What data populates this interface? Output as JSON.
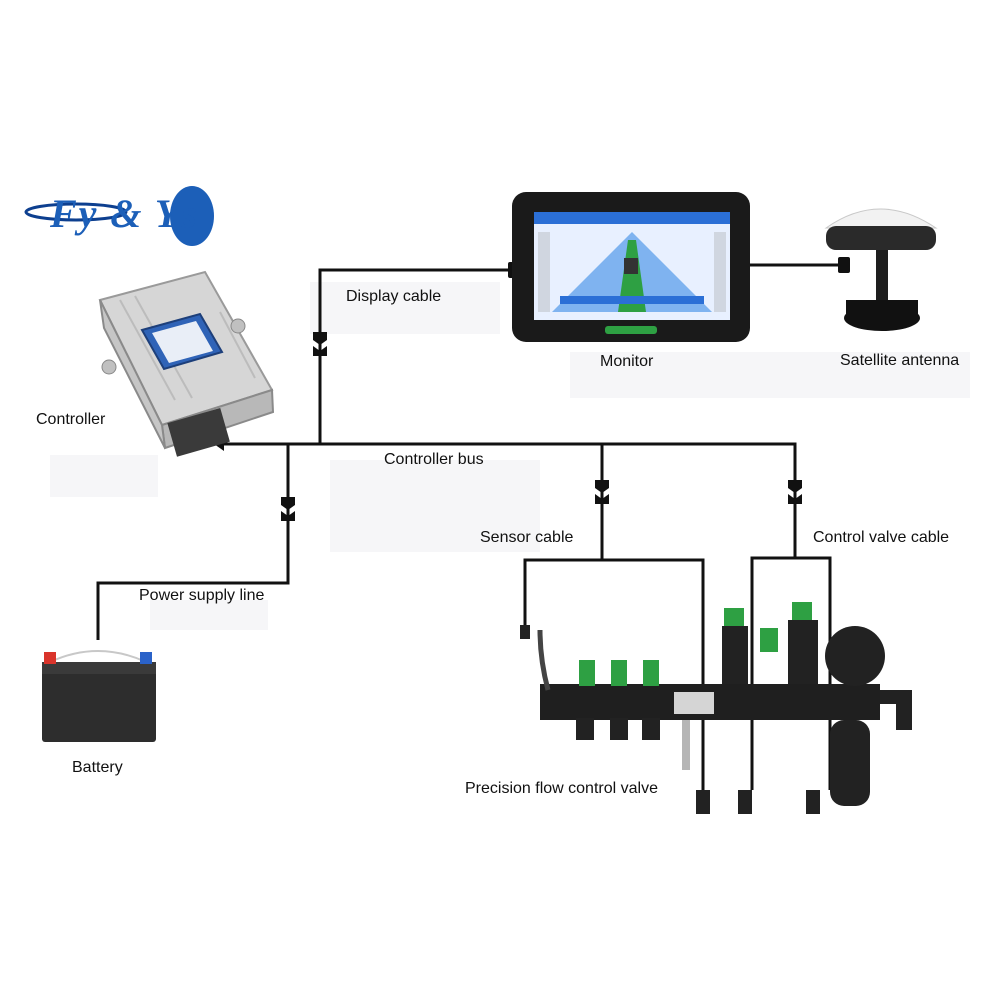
{
  "logo": {
    "text": "Fy & Ys",
    "colors": {
      "primary": "#1c5fb8",
      "amp": "#9a9a9a",
      "swoosh": "#0d3f8f"
    }
  },
  "labels": {
    "display_cable": "Display cable",
    "monitor": "Monitor",
    "satellite_antenna": "Satellite antenna",
    "controller": "Controller",
    "controller_bus": "Controller bus",
    "sensor_cable": "Sensor cable",
    "control_valve_cable": "Control valve cable",
    "power_supply_line": "Power supply line",
    "battery": "Battery",
    "precision_flow_control_valve": "Precision flow control valve"
  },
  "colors": {
    "cable": "#111111",
    "valve_green": "#2ea043",
    "monitor_bezel": "#1a1a1a",
    "screen_bg": "#e8f0ff",
    "battery_body": "#2d2d2d",
    "terminal_pos": "#d9342b",
    "terminal_neg": "#2a62c9"
  }
}
